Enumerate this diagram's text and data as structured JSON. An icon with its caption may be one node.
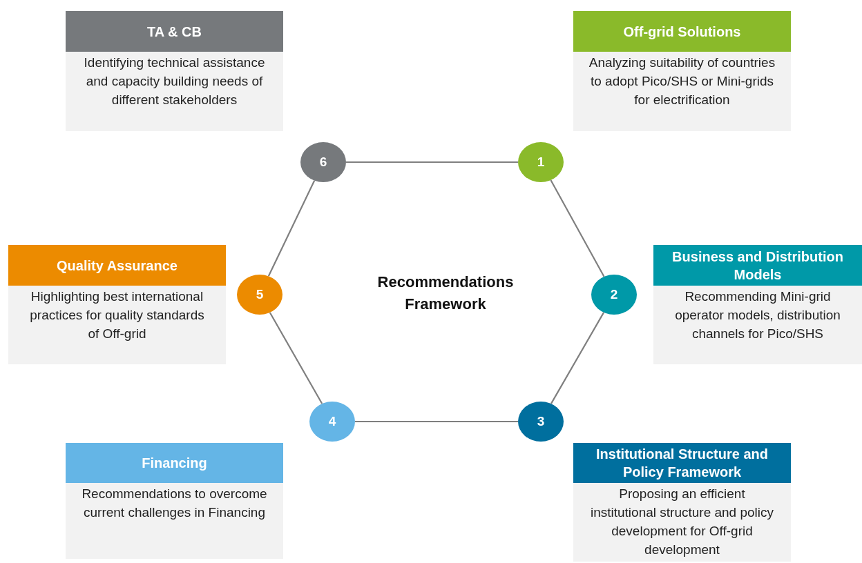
{
  "diagram": {
    "nodes": [
      {
        "text": [
          "TA & CB",
          "Identifying technical assistance and capacity building needs of different stakeholders"
        ]
      },
      {
        "text": [
          "Off-grid Solutions",
          "Analyzing suitability of countries to adopt Pico/SHS or Mini-grids for electrification"
        ]
      },
      {
        "text": [
          "6"
        ]
      },
      {
        "text": [
          "1"
        ]
      },
      {
        "text": [
          "Quality Assurance",
          "Highlighting best international practices for quality standards of Off-grid"
        ]
      },
      {
        "text": [
          "Business and Distribution Models",
          "Recommending Mini-grid operator models, distribution channels for Pico/SHS"
        ]
      },
      {
        "text": [
          "5"
        ]
      },
      {
        "text": [
          "2"
        ]
      },
      {
        "text": [
          "4"
        ]
      },
      {
        "text": [
          "3"
        ]
      },
      {
        "text": [
          "Financing",
          "Recommendations to overcome current challenges in Financing"
        ]
      },
      {
        "text": [
          "Institutional Structure and Policy Framework",
          "Proposing an efficient institutional structure and policy development for Off-grid development"
        ]
      }
    ],
    "edges": [
      {
        "from": 3,
        "to": 7,
        "arrow": "none"
      },
      {
        "from": 7,
        "to": 9,
        "arrow": "none"
      },
      {
        "from": 9,
        "to": 8,
        "arrow": "none"
      },
      {
        "from": 8,
        "to": 6,
        "arrow": "none"
      },
      {
        "from": 6,
        "to": 2,
        "arrow": "none"
      },
      {
        "from": 2,
        "to": 3,
        "arrow": "none"
      }
    ],
    "labels": [
      "Recommendations Framework"
    ]
  }
}
